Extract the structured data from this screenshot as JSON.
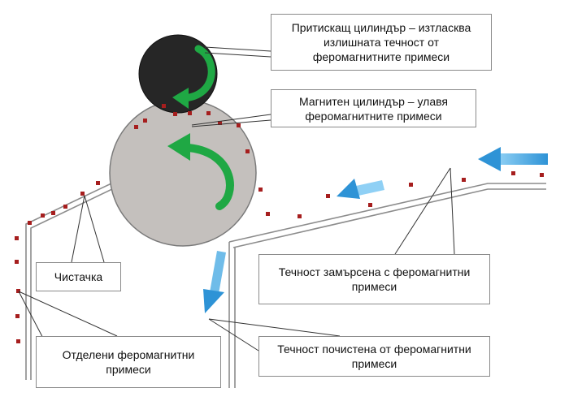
{
  "labels": {
    "pressing_cylinder": {
      "line1": "Притискащ цилиндър – изтласква",
      "line2": "излишната течност от",
      "line3": "феромагнитните примеси"
    },
    "magnetic_cylinder": {
      "line1": "Магнитен цилиндър – улавя",
      "line2": "феромагнитните примеси"
    },
    "dirty_liquid": {
      "line1": "Течност замърсена с феромагнитни",
      "line2": "примеси"
    },
    "cleaned_liquid": {
      "line1": "Течност почистена от феромагнитни",
      "line2": "примеси"
    },
    "scraper": {
      "line1": "Чистачка"
    },
    "separated_impurities": {
      "line1": "Отделени феромагнитни",
      "line2": "примеси"
    }
  },
  "colors": {
    "pressing_cylinder": "#262626",
    "magnetic_cylinder": "#c4c0bd",
    "rotation_arrow": "#1fa844",
    "flow_arrow": "#3aa3de",
    "particle": "#a61e1e",
    "structure_line": "#8c8c8c",
    "leader_line": "#333333"
  },
  "icons": {
    "rotation": "curved-arrow-counterclockwise",
    "flow": "straight-arrow"
  }
}
